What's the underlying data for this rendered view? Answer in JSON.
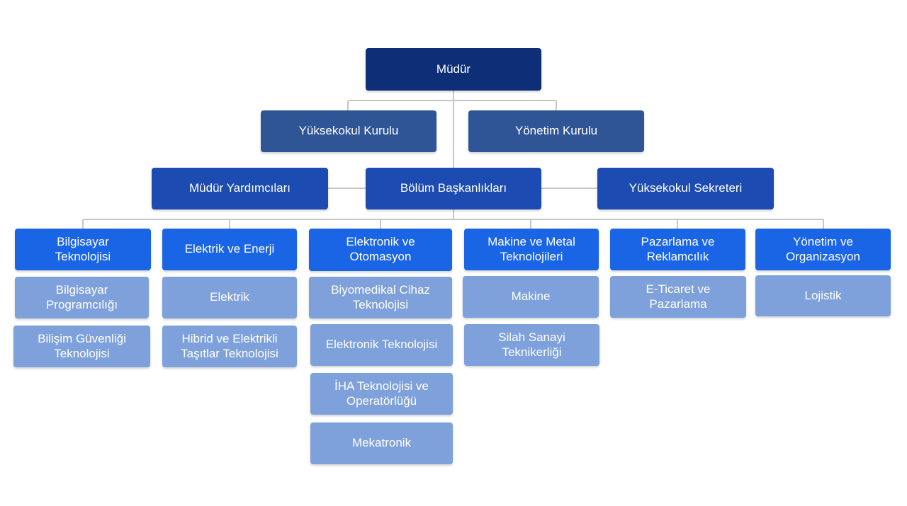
{
  "colors": {
    "director": "#0e2f78",
    "boards": "#2f5597",
    "management": "#1c4bb2",
    "departments": "#1a64e6",
    "programs": "#7ea1db",
    "connector": "#c6c6c6"
  },
  "director": "Müdür",
  "boards": [
    "Yüksekokul Kurulu",
    "Yönetim Kurulu"
  ],
  "management": {
    "left": "Müdür Yardımcıları",
    "center": "Bölüm Başkanlıkları",
    "right": "Yüksekokul Sekreteri"
  },
  "departments": [
    {
      "name": "Bilgisayar\nTeknolojisi",
      "programs": [
        "Bilgisayar\nProgramcılığı",
        "Bilişim Güvenliği\nTeknolojisi"
      ]
    },
    {
      "name": "Elektrik ve Enerji",
      "programs": [
        "Elektrik",
        "Hibrid ve Elektrikli\nTaşıtlar Teknolojisi"
      ]
    },
    {
      "name": "Elektronik ve\nOtomasyon",
      "programs": [
        "Biyomedikal Cihaz\nTeknolojisi",
        "Elektronik Teknolojisi",
        "İHA Teknolojisi ve\nOperatörlüğü",
        "Mekatronik"
      ]
    },
    {
      "name": "Makine ve Metal\nTeknolojileri",
      "programs": [
        "Makine",
        "Silah Sanayi\nTeknikerliği"
      ]
    },
    {
      "name": "Pazarlama ve\nReklamcılık",
      "programs": [
        "E-Ticaret ve\nPazarlama"
      ]
    },
    {
      "name": "Yönetim ve\nOrganizasyon",
      "programs": [
        "Lojistik"
      ]
    }
  ]
}
